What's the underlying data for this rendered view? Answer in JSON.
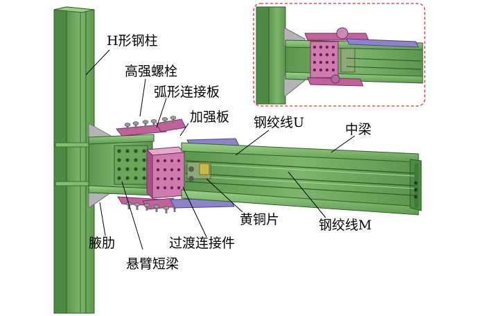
{
  "labels": {
    "column": "H形钢柱",
    "bolts": "高强螺栓",
    "arc_plate": "弧形连接板",
    "stiffener": "加强板",
    "strand_u": "钢绞线U",
    "mid_beam": "中梁",
    "haunch": "腋肋",
    "cantilever": "悬臂短梁",
    "transition": "过渡连接件",
    "brass": "黄铜片",
    "strand_m": "钢绞线M"
  },
  "colors": {
    "steel_green": "#6aa55a",
    "steel_dark": "#3e7a38",
    "steel_light": "#8cc27a",
    "plate_magenta": "#c0629c",
    "plate_purple": "#8e83c8",
    "brass": "#c9b84a",
    "haunch_grey": "#b4b4b4",
    "inset_border": "#d9534f"
  }
}
